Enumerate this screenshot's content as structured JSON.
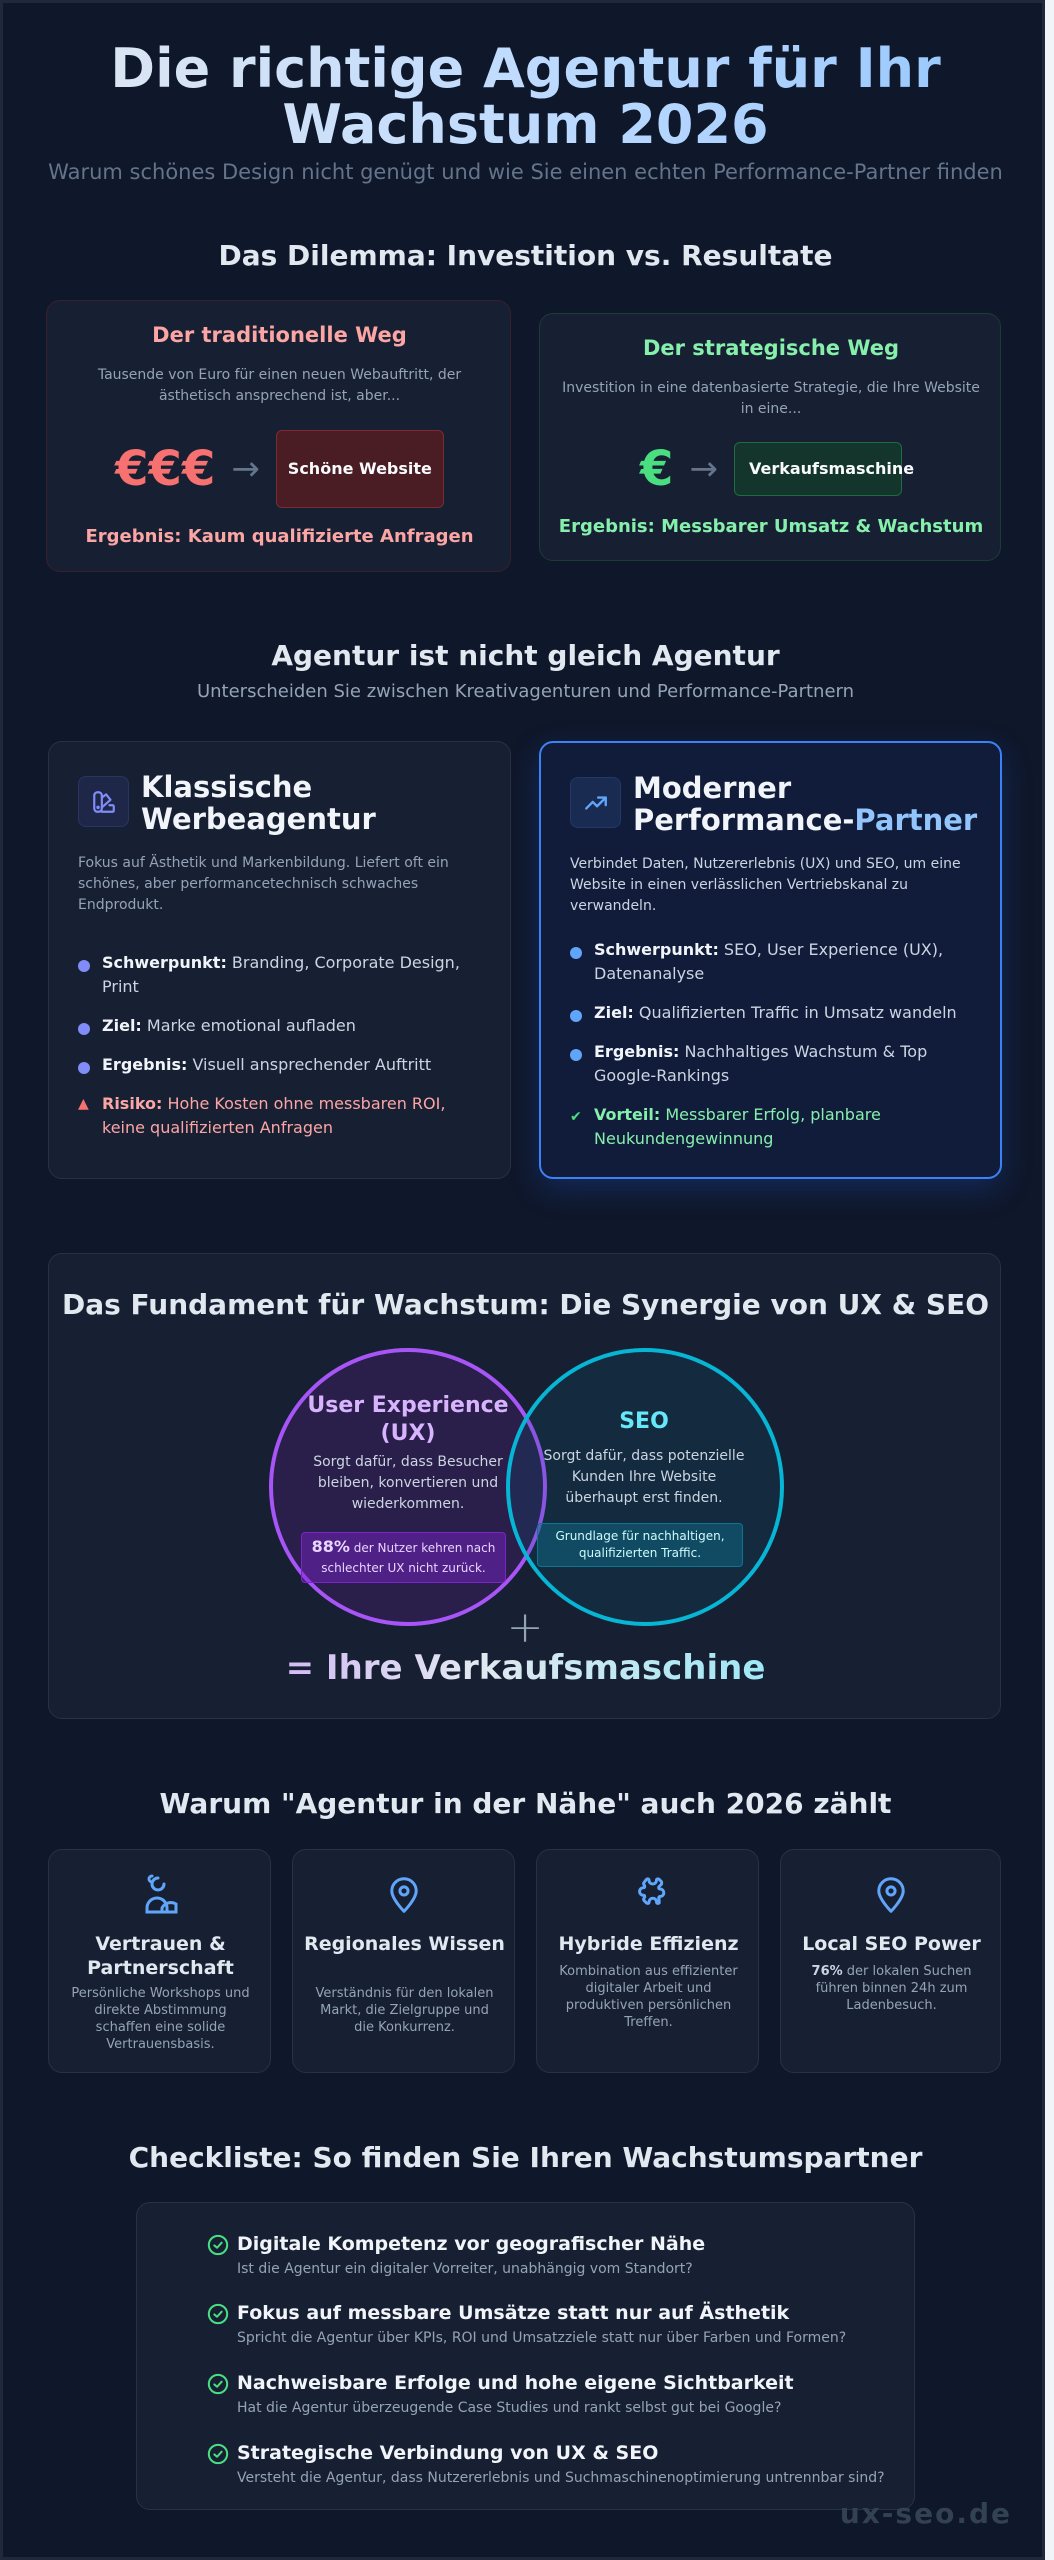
{
  "hero": {
    "title": "Die richtige Agentur für Ihr Wachstum 2026",
    "subtitle": "Warum schönes Design nicht genügt und wie Sie einen echten Performance-Partner finden"
  },
  "dilemma": {
    "heading": "Das Dilemma: Investition vs. Resultate",
    "traditional": {
      "title": "Der traditionelle Weg",
      "desc": "Tausende von Euro für einen neuen Webauftritt, der ästhetisch ansprechend ist, aber...",
      "currency": "€€€",
      "arrow": "→",
      "box": "Schöne Website",
      "result": "Ergebnis: Kaum qualifizierte Anfragen",
      "color": "#f87171"
    },
    "strategic": {
      "title": "Der strategische Weg",
      "desc": "Investition in eine datenbasierte Strategie, die Ihre Website in eine...",
      "currency": "€",
      "arrow": "→",
      "box": "Verkaufsmaschine",
      "result": "Ergebnis: Messbarer Umsatz & Wachstum",
      "color": "#4ade80"
    }
  },
  "agentur": {
    "heading": "Agentur ist nicht gleich Agentur",
    "subheading": "Unterscheiden Sie zwischen Kreativagenturen und Performance-Partnern",
    "classic": {
      "icon": "palette-icon",
      "title_line1": "Klassische",
      "title_line2": "Werbeagentur",
      "desc": "Fokus auf Ästhetik und Markenbildung. Liefert oft ein schönes, aber performancetechnisch schwaches Endprodukt.",
      "items": [
        {
          "label": "Schwerpunkt:",
          "text": " Branding, Corporate Design, Print"
        },
        {
          "label": "Ziel:",
          "text": " Marke emotional aufladen"
        },
        {
          "label": "Ergebnis:",
          "text": " Visuell ansprechender Auftritt"
        }
      ],
      "risk": {
        "label": "Risiko:",
        "text": " Hohe Kosten ohne messbaren ROI, keine qualifizierten Anfragen",
        "icon": "▲"
      }
    },
    "modern": {
      "icon": "trending-up-icon",
      "title_line1": "Moderner",
      "title_line2a": "Performance-",
      "title_line2b": "Partner",
      "desc": "Verbindet Daten, Nutzererlebnis (UX) und SEO, um eine Website in einen verlässlichen Vertriebskanal zu verwandeln.",
      "items": [
        {
          "label": "Schwerpunkt:",
          "text": " SEO, User Experience (UX), Datenanalyse"
        },
        {
          "label": "Ziel:",
          "text": " Qualifizierten Traffic in Umsatz wandeln"
        },
        {
          "label": "Ergebnis:",
          "text": " Nachhaltiges Wachstum & Top Google-Rankings"
        }
      ],
      "advantage": {
        "label": "Vorteil:",
        "text": " Messbarer Erfolg, planbare Neukundengewinnung",
        "icon": "✔"
      }
    }
  },
  "synergy": {
    "heading": "Das Fundament für Wachstum: Die Synergie von UX & SEO",
    "ux": {
      "title": "User Experience (UX)",
      "desc": "Sorgt dafür, dass Besucher bleiben, konvertieren und wiederkommen.",
      "stat_value": "88%",
      "stat_text": " der Nutzer kehren nach schlechter UX nicht zurück."
    },
    "seo": {
      "title": "SEO",
      "desc": "Sorgt dafür, dass potenzielle Kunden Ihre Website überhaupt erst finden.",
      "note": "Grundlage für nachhaltigen, qualifizierten Traffic."
    },
    "plus": "+",
    "result": "= Ihre Verkaufsmaschine"
  },
  "local": {
    "heading": "Warum \"Agentur in der Nähe\" auch 2026 zählt",
    "cards": [
      {
        "icon": "handshake-user-icon",
        "title": "Vertrauen & Partnerschaft",
        "desc": "Persönliche Workshops und direkte Abstimmung schaffen eine solide Vertrauensbasis."
      },
      {
        "icon": "map-pin-icon",
        "title": "Regionales Wissen",
        "desc": "Verständnis für den lokalen Markt, die Zielgruppe und die Konkurrenz."
      },
      {
        "icon": "puzzle-icon",
        "title": "Hybride Effizienz",
        "desc": "Kombination aus effizienter digitaler Arbeit und produktiven persönlichen Treffen."
      },
      {
        "icon": "map-pin-icon",
        "title": "Local SEO Power",
        "stat": "76%",
        "desc": " der lokalen Suchen führen binnen 24h zum Ladenbesuch."
      }
    ]
  },
  "checklist": {
    "heading": "Checkliste: So finden Sie Ihren Wachstumspartner",
    "items": [
      {
        "title": "Digitale Kompetenz vor geografischer Nähe",
        "desc": "Ist die Agentur ein digitaler Vorreiter, unabhängig vom Standort?"
      },
      {
        "title": "Fokus auf messbare Umsätze statt nur auf Ästhetik",
        "desc": "Spricht die Agentur über KPIs, ROI und Umsatzziele statt nur über Farben und Formen?"
      },
      {
        "title": "Nachweisbare Erfolge und hohe eigene Sichtbarkeit",
        "desc": "Hat die Agentur überzeugende Case Studies und rankt selbst gut bei Google?"
      },
      {
        "title": "Strategische Verbindung von UX & SEO",
        "desc": "Versteht die Agentur, dass Nutzererlebnis und Suchmaschinenoptimierung untrennbar sind?"
      }
    ]
  },
  "watermark": "ux-seo.de",
  "colors": {
    "background": "#0f172a",
    "card": "#172033",
    "red": "#f87171",
    "green": "#4ade80",
    "blue": "#60a5fa",
    "purple": "#a855f7",
    "cyan": "#06b6d4"
  }
}
